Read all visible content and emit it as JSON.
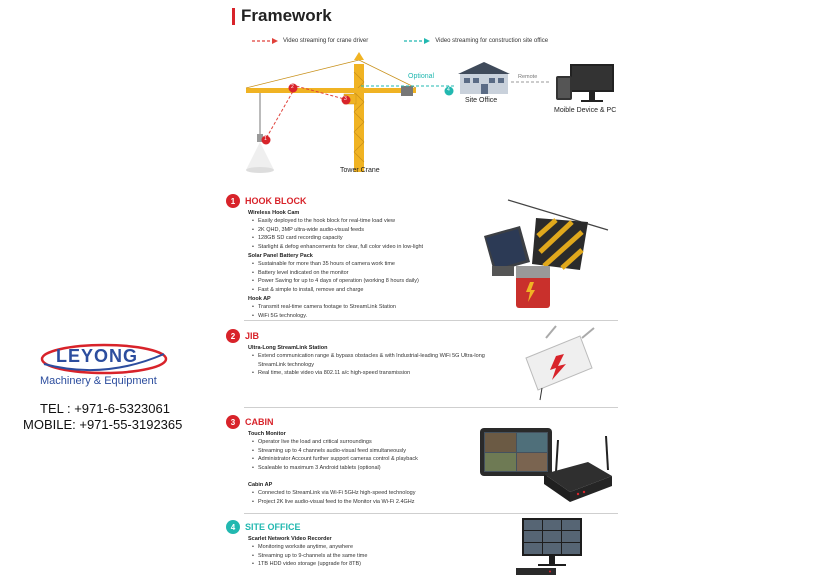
{
  "header": {
    "title": "Framework"
  },
  "legend": {
    "crane_driver": "Video streaming for crane driver",
    "site_office": "Video streaming for construction site office",
    "crane_color": "#e0413a",
    "office_color": "#22b8b0"
  },
  "diagram": {
    "optional": "Optional",
    "remote": "Remote",
    "site_office": "Site Office",
    "mobile_pc": "Moible Device & PC",
    "tower_crane": "Tower Crane",
    "markers": [
      "1",
      "2",
      "3",
      "4"
    ]
  },
  "sections": {
    "hook": {
      "num": "1",
      "title": "HOOK BLOCK",
      "groups": [
        {
          "subtitle": "Wireless Hook Cam",
          "items": [
            "Easily deployed to the hook block for real-time load view",
            "2K QHD, 3MP ultra-wide audio-visual feeds",
            "128GB SD card recording capacity",
            "Starlight & defog enhancements for clear, full color video in low-light"
          ]
        },
        {
          "subtitle": "Solar Panel Battery Pack",
          "items": [
            "Sustainable for more than 35 hours of camera work time",
            "Battery level indicated on the monitor",
            "Power Saving for up to 4 days of operation (working 8 hours daily)",
            "Fast & simple to install, remove and charge"
          ]
        },
        {
          "subtitle": "Hook AP",
          "items": [
            "Transmit real-time camera footage to StreamLink Station",
            "WiFi 5G technology."
          ]
        }
      ]
    },
    "jib": {
      "num": "2",
      "title": "JIB",
      "groups": [
        {
          "subtitle": "Ultra-Long StreamLink Station",
          "items": [
            "Extend communication range & bypass obstacles & with Industrial-leading WiFi 5G Ultra-long StreamLink technology",
            "Real time, stable video via 802.11 a/c high-speed transmission"
          ]
        }
      ]
    },
    "cabin": {
      "num": "3",
      "title": "CABIN",
      "groups": [
        {
          "subtitle": "Touch Monitor",
          "items": [
            "Operator live the load and critical surroundings",
            "Streaming up to 4 channels audio-visual feed simultaneously",
            "Administrator Account further support cameras control & playback",
            "Scaleable to maximum 3 Android tablets (optional)"
          ]
        },
        {
          "subtitle": "Cabin AP",
          "items": [
            "Connected to StreamLink via Wi-Fi 5GHz high-speed technology",
            "Project 2K live audio-visual feed to the Monitor via Wi-Fi 2.4GHz"
          ]
        }
      ]
    },
    "office": {
      "num": "4",
      "title": "SITE OFFICE",
      "groups": [
        {
          "subtitle": "Scarlet Network Video Recorder",
          "items": [
            "Monitoring worksite anytime, anywhere",
            "Streaming up to 9-channels at the same time",
            "1TB HDD video storage (upgrade for 8TB)"
          ]
        }
      ]
    }
  },
  "branding": {
    "logo_text": "LEYONG",
    "tagline": "Machinery & Equipment",
    "tel": "TEL : +971-6-5323061",
    "mobile": "MOBILE: +971-55-3192365",
    "logo_color": "#2c4d9e",
    "swoosh_color": "#d8232a"
  }
}
